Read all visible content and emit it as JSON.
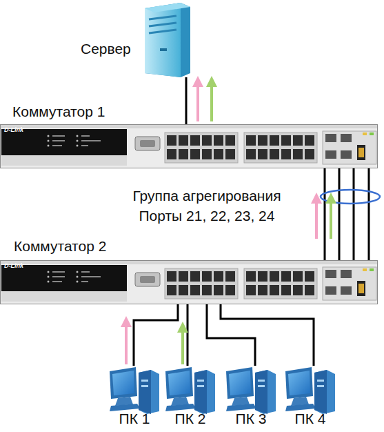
{
  "diagram": {
    "nodes": [
      {
        "text": [
          "Сервер"
        ]
      },
      {
        "text": [
          "Коммутатор 1"
        ]
      },
      {
        "text": [
          "Коммутатор 2"
        ]
      },
      {
        "text": [
          "ПК 1"
        ]
      },
      {
        "text": [
          "ПК 2"
        ]
      },
      {
        "text": [
          "ПК 3"
        ]
      },
      {
        "text": [
          "ПК 4"
        ]
      }
    ],
    "edges": [
      {
        "from": 0,
        "to": 1,
        "arrow": "none"
      },
      {
        "from": 1,
        "to": 2,
        "arrow": "none"
      },
      {
        "from": 1,
        "to": 2,
        "arrow": "none"
      },
      {
        "from": 1,
        "to": 2,
        "arrow": "none"
      },
      {
        "from": 1,
        "to": 2,
        "arrow": "none"
      },
      {
        "from": 2,
        "to": 3,
        "arrow": "none"
      },
      {
        "from": 2,
        "to": 4,
        "arrow": "none"
      },
      {
        "from": 2,
        "to": 5,
        "arrow": "none"
      },
      {
        "from": 2,
        "to": 6,
        "arrow": "none"
      }
    ],
    "labels": [
      "Группа агрегирования Порты 21, 22, 23, 24",
      "D-Link",
      "D-Link"
    ]
  }
}
